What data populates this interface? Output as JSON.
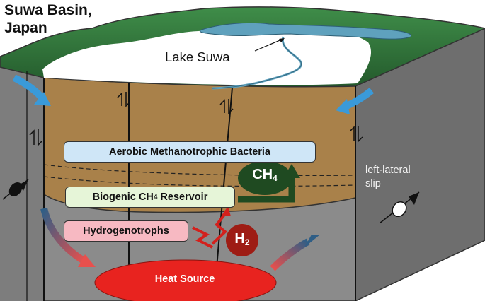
{
  "title": {
    "line1": "Suwa Basin,",
    "line2": "Japan"
  },
  "lake_label": "Lake Suwa",
  "boxes": {
    "aerobic": "Aerobic Methanotrophic Bacteria",
    "reservoir_prefix": "Biogenic CH",
    "reservoir_sub": "4",
    "reservoir_suffix": " Reservoir",
    "hydrogenotrophs": "Hydrogenotrophs"
  },
  "gas": {
    "ch4_base": "CH",
    "ch4_sub": "4",
    "h2_base": "H",
    "h2_sub": "2"
  },
  "heat_source": "Heat Source",
  "fault_label": {
    "line1": "left-lateral",
    "line2": "slip"
  },
  "colors": {
    "sediment": "#a9814a",
    "bedrock_front": "#8a8a8a",
    "bedrock_side": "#6f6f6f",
    "lake": "#5fa1bd",
    "vegetation": "#2f7d3e",
    "aerobic_box": "#cfe6f7",
    "reservoir_box": "#e6f5d8",
    "hydrogenotroph_box": "#f7b9c2",
    "heat_source": "#e8231f",
    "ch4_badge": "#1f4a21",
    "h2_badge": "#9e1c14",
    "water_arrow": "#3a9ad9"
  }
}
